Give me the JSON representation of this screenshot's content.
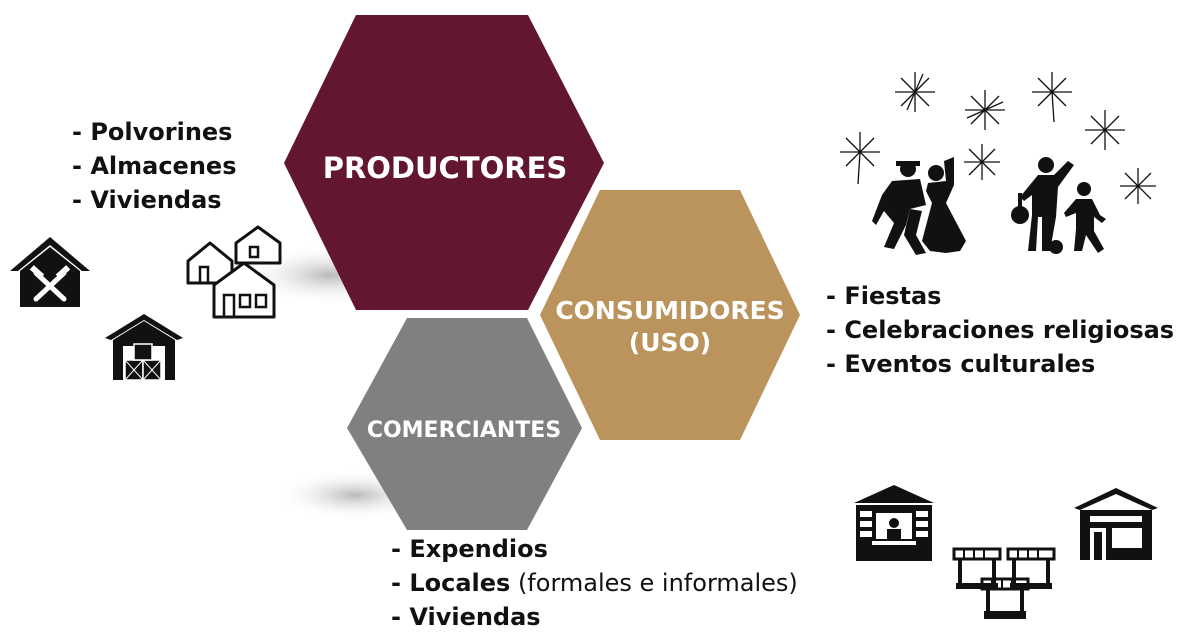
{
  "hexagons": {
    "productores": {
      "label": "PRODUCTORES",
      "color": "#62162f"
    },
    "consumidores": {
      "label_line1": "CONSUMIDORES",
      "label_line2": "(USO)",
      "color": "#bb935c"
    },
    "comerciantes": {
      "label": "COMERCIANTES",
      "color": "#808080"
    }
  },
  "lists": {
    "productores": [
      "- Polvorines",
      "- Almacenes",
      "- Viviendas"
    ],
    "consumidores": [
      "- Fiestas",
      "- Celebraciones religiosas",
      "- Eventos culturales"
    ],
    "comerciantes": {
      "item1": "- Expendios",
      "item2_bold": "- Locales",
      "item2_light": " (formales e informales)",
      "item3": "- Viviendas"
    }
  },
  "icons": [
    "mine-house-icon",
    "warehouse-icon",
    "houses-icon",
    "fireworks-icon",
    "dancing-couple-icon",
    "family-icon",
    "kiosk-icon",
    "market-stalls-icon",
    "store-icon"
  ]
}
